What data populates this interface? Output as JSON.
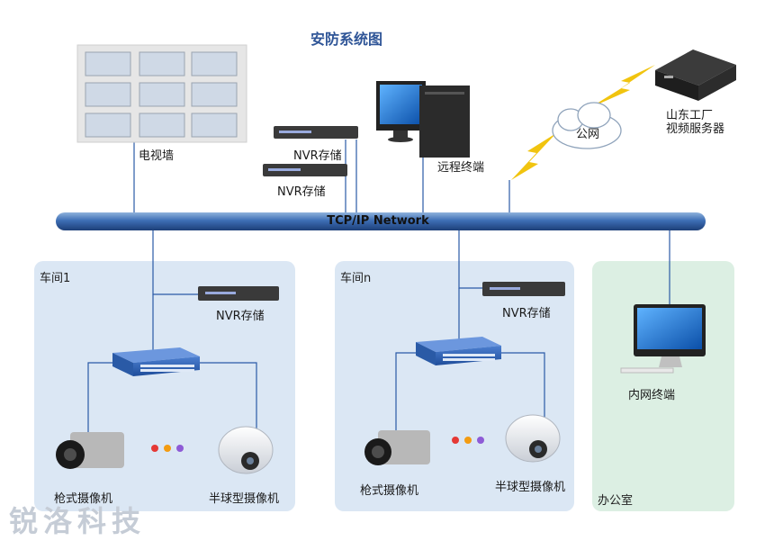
{
  "title": "安防系统图",
  "network": {
    "label": "TCP/IP Network"
  },
  "cloud": {
    "label": "公网"
  },
  "devices": {
    "video_wall": "电视墙",
    "nvr_top_1": "NVR存储",
    "nvr_top_2": "NVR存储",
    "remote_terminal": "远程终端",
    "server": [
      "山东工厂",
      "视频服务器"
    ]
  },
  "zones": {
    "workshop1": {
      "name": "车间1",
      "nvr": "NVR存储",
      "box_camera": "枪式摄像机",
      "dome_camera": "半球型摄像机"
    },
    "workshopn": {
      "name": "车间n",
      "nvr": "NVR存储",
      "box_camera": "枪式摄像机",
      "dome_camera": "半球型摄像机"
    },
    "office": {
      "name": "办公室",
      "terminal": "内网终端"
    }
  },
  "logo": {
    "text": "锐洛科技"
  },
  "colors": {
    "accent": "#2f5597",
    "zone_blue": "#dbe7f4",
    "zone_green": "#dcefe3",
    "line": "#2a5aa6"
  }
}
